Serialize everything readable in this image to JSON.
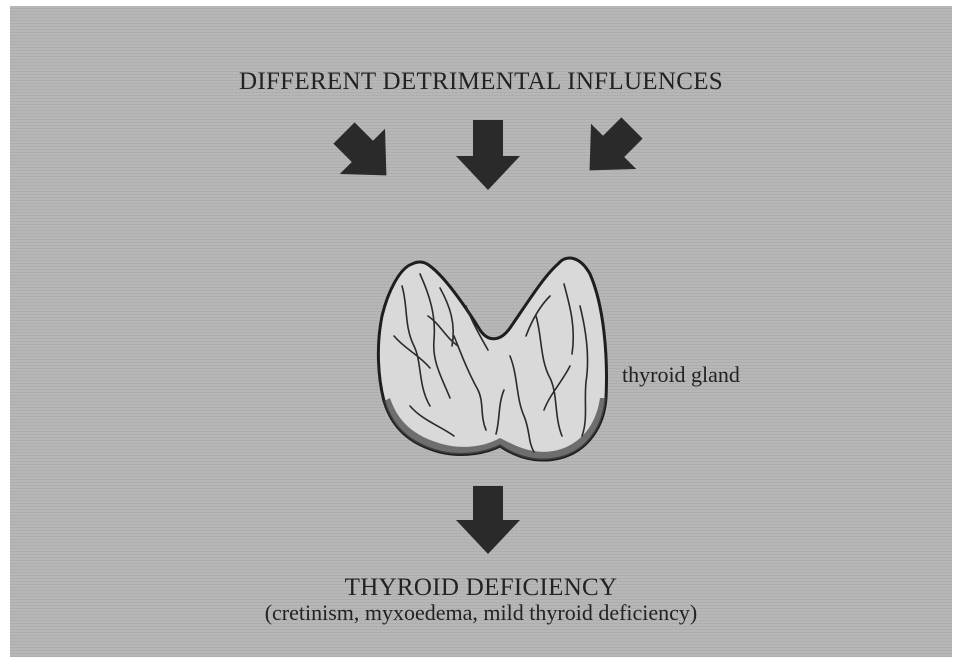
{
  "diagram": {
    "top_heading": "DIFFERENT DETRIMENTAL INFLUENCES",
    "gland_label": "thyroid gland",
    "bottom_heading": "THYROID DEFICIENCY",
    "bottom_subheading": "(cretinism, myxoedema, mild thyroid deficiency)"
  },
  "colors": {
    "background": "#b6b6b6",
    "arrow": "#2a2a2a",
    "text": "#222222",
    "gland_fill": "#d9d9d9",
    "gland_outline": "#1e1e1e"
  },
  "icons": [
    "arrow-down-icon",
    "thyroid-gland-illustration"
  ]
}
